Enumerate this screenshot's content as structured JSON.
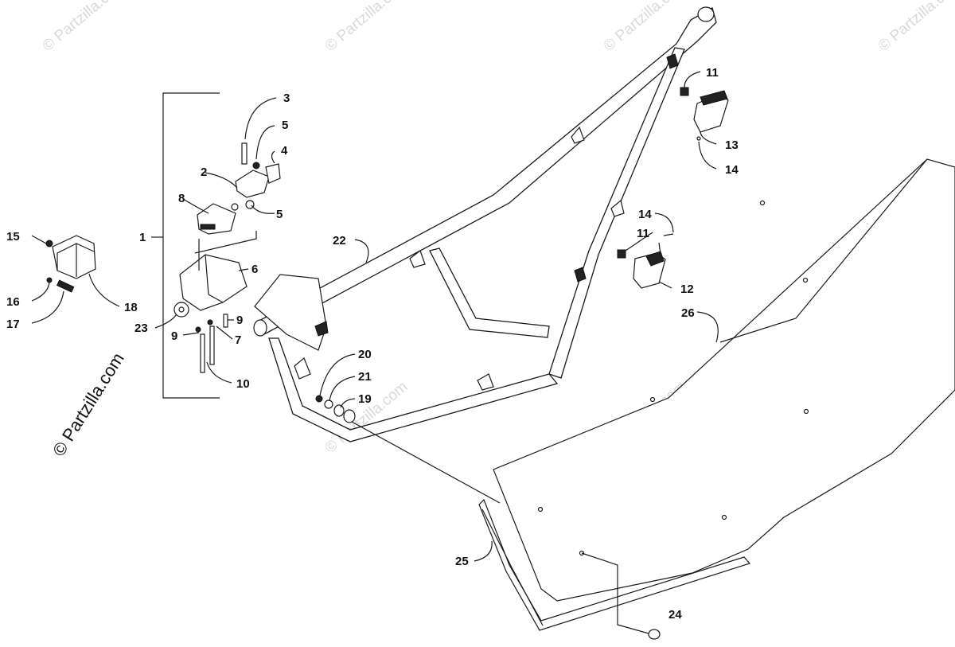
{
  "watermark": {
    "small_text": "© Partzilla.com",
    "side_text": "© Partzilla.com"
  },
  "callouts": {
    "c1": "1",
    "c2": "2",
    "c3": "3",
    "c4": "4",
    "c5a": "5",
    "c5b": "5",
    "c6": "6",
    "c7": "7",
    "c8": "8",
    "c9a": "9",
    "c9b": "9",
    "c10": "10",
    "c11a": "11",
    "c11b": "11",
    "c12": "12",
    "c13": "13",
    "c14a": "14",
    "c14b": "14",
    "c15": "15",
    "c16": "16",
    "c17": "17",
    "c18": "18",
    "c19": "19",
    "c20": "20",
    "c21": "21",
    "c22": "22",
    "c23": "23",
    "c24": "24",
    "c25": "25",
    "c26": "26"
  }
}
